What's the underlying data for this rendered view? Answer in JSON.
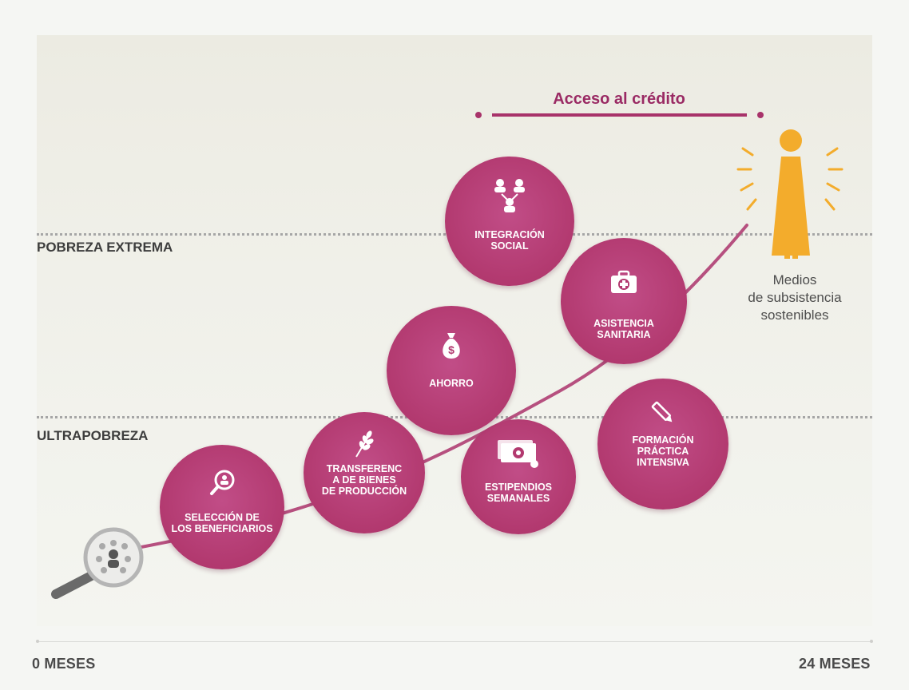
{
  "colors": {
    "accent": "#b2396f",
    "woman": "#f3ac2c",
    "text": "#3d3d3d"
  },
  "levels": {
    "extreme": "POBREZA EXTREMA",
    "ultra": "ULTRAPOBREZA"
  },
  "axis": {
    "start": "0 MESES",
    "end": "24 MESES"
  },
  "credit": "Acceso al crédito",
  "outcome": "Medios\nde subsistencia\nsostenibles",
  "steps": [
    {
      "label": "SELECCIÓN DE\nLOS BENEFICIARIOS",
      "icon": "magnifier-person-icon"
    },
    {
      "label": "TRANSFERENC\nA DE BIENES\nDE PRODUCCIÓN",
      "icon": "wheat-icon"
    },
    {
      "label": "ESTIPENDIOS\nSEMANALES",
      "icon": "money-icon"
    },
    {
      "label": "AHORRO",
      "icon": "money-bag-icon"
    },
    {
      "label": "FORMACIÓN\nPRÁCTICA\nINTENSIVA",
      "icon": "pencil-icon"
    },
    {
      "label": "ASISTENCIA\nSANITARIA",
      "icon": "first-aid-kit-icon"
    },
    {
      "label": "INTEGRACIÓN\nSOCIAL",
      "icon": "people-network-icon"
    }
  ]
}
